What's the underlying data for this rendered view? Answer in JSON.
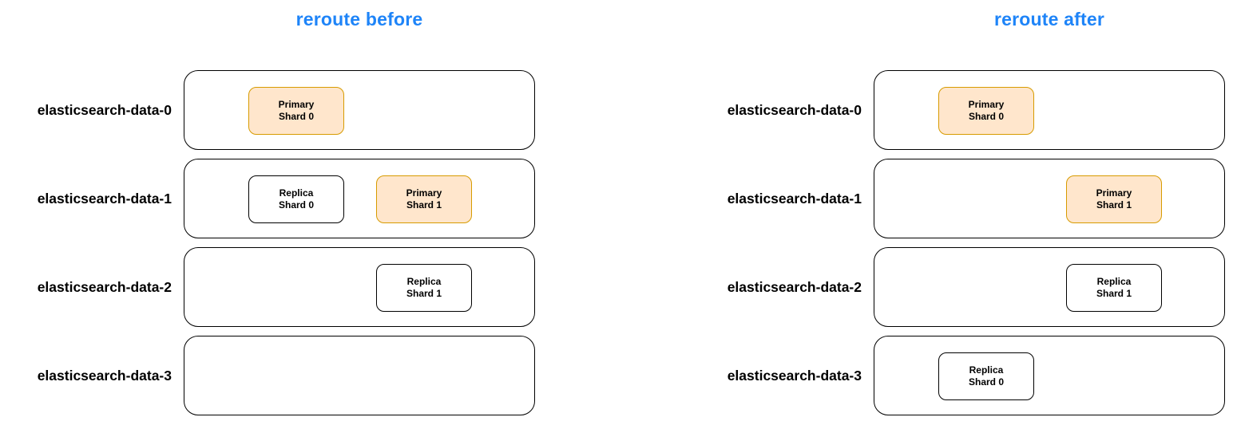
{
  "colors": {
    "title_text": "#1E84F8",
    "primary_fill": "#FFE6CC",
    "primary_stroke": "#D79B00",
    "replica_fill": "#FFFFFF",
    "replica_stroke": "#000000",
    "node_stroke": "#000000",
    "label_text": "#000000"
  },
  "diagrams": [
    {
      "title": "reroute before",
      "nodes": [
        {
          "label": "elasticsearch-data-0",
          "shards": [
            {
              "label": "Primary\nShard 0",
              "kind": "primary",
              "slot": 0
            }
          ]
        },
        {
          "label": "elasticsearch-data-1",
          "shards": [
            {
              "label": "Replica\nShard 0",
              "kind": "replica",
              "slot": 0
            },
            {
              "label": "Primary\nShard 1",
              "kind": "primary",
              "slot": 1
            }
          ]
        },
        {
          "label": "elasticsearch-data-2",
          "shards": [
            {
              "label": "Replica\nShard 1",
              "kind": "replica",
              "slot": 1
            }
          ]
        },
        {
          "label": "elasticsearch-data-3",
          "shards": []
        }
      ]
    },
    {
      "title": "reroute after",
      "nodes": [
        {
          "label": "elasticsearch-data-0",
          "shards": [
            {
              "label": "Primary\nShard 0",
              "kind": "primary",
              "slot": 0
            }
          ]
        },
        {
          "label": "elasticsearch-data-1",
          "shards": [
            {
              "label": "Primary\nShard 1",
              "kind": "primary",
              "slot": 1
            }
          ]
        },
        {
          "label": "elasticsearch-data-2",
          "shards": [
            {
              "label": "Replica\nShard 1",
              "kind": "replica",
              "slot": 1
            }
          ]
        },
        {
          "label": "elasticsearch-data-3",
          "shards": [
            {
              "label": "Replica\nShard 0",
              "kind": "replica",
              "slot": 0
            }
          ]
        }
      ]
    }
  ]
}
